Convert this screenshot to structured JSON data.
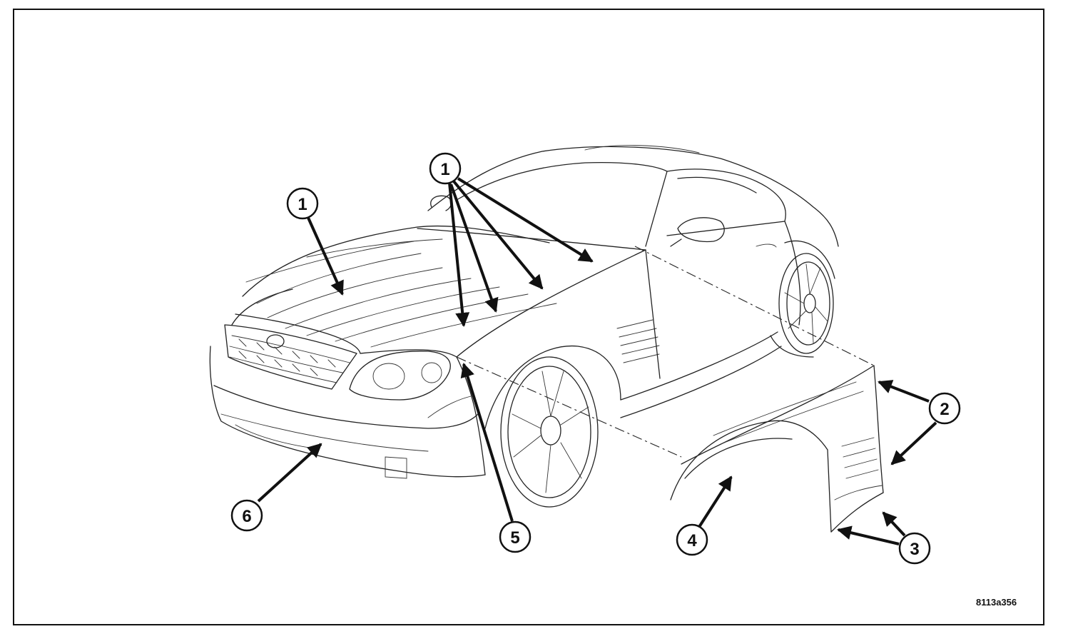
{
  "figure_id": "8113a356",
  "callouts": [
    {
      "label": "1"
    },
    {
      "label": "1"
    },
    {
      "label": "2"
    },
    {
      "label": "3"
    },
    {
      "label": "4"
    },
    {
      "label": "5"
    },
    {
      "label": "6"
    }
  ]
}
